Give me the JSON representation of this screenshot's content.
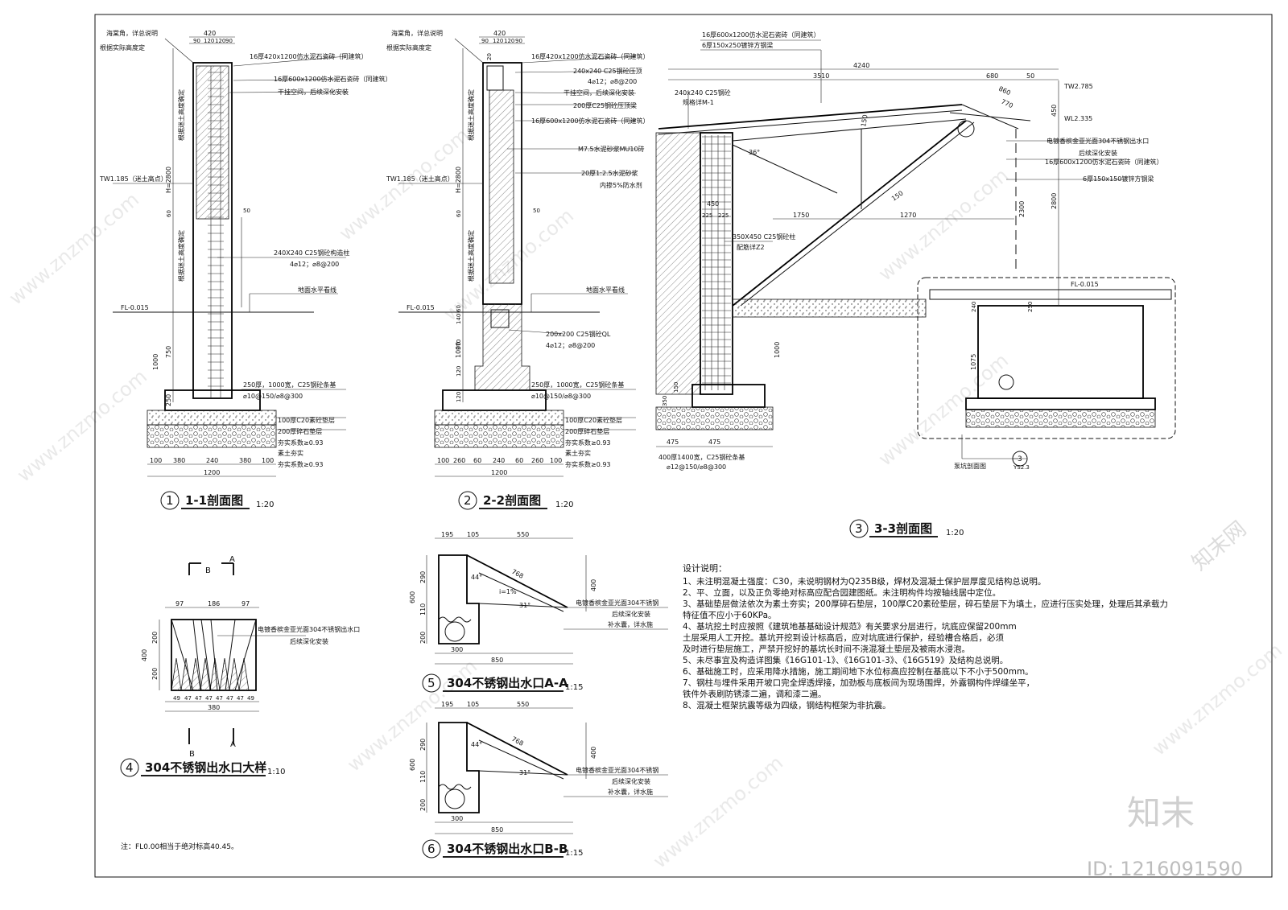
{
  "section_1": {
    "number": "1",
    "title": "1-1剖面图",
    "scale": "1:20",
    "labels": [
      "海棠角，详总说明",
      "根据实际高度定",
      "16厚420x1200仿水泥石瓷砖（同建筑）",
      "16厚600x1200仿水泥石瓷砖（同建筑）",
      "干挂空间，后续深化安装",
      "240X240 C25钢砼构造柱",
      "4⌀12；⌀8@200",
      "地面水平看线",
      "250厚，1000宽，C25钢砼条基",
      "⌀10@150/⌀8@300",
      "100厚C20素砼垫层",
      "200厚碎石垫层",
      "夯实系数≥0.93",
      "素土夯实",
      "夯实系数≥0.93"
    ],
    "levels": [
      "TW1.185（迷土高点）",
      "FL-0.015"
    ],
    "dims_top": [
      "420",
      "90",
      "120",
      "120",
      "90"
    ],
    "dims_bottom": [
      "100",
      "380",
      "240",
      "380",
      "100",
      "1200"
    ],
    "dims_side": [
      "H=2800",
      "750",
      "1000",
      "250",
      "50",
      "60",
      "根据迷土高度确定",
      "根据迷土高度确定"
    ]
  },
  "section_2": {
    "number": "2",
    "title": "2-2剖面图",
    "scale": "1:20",
    "labels": [
      "海棠角，详总说明",
      "根据实际高度定",
      "16厚420x1200仿水泥石瓷砖（同建筑）",
      "240x240 C25钢砼压顶",
      "4⌀12；⌀8@200",
      "干挂空间，后续深化安装",
      "200厚C25钢砼压顶梁",
      "16厚600x1200仿水泥石瓷砖（同建筑）",
      "M7.5水泥砂浆MU10砖",
      "20厚1:2.5水泥砂浆",
      "内掺5%防水剂",
      "地面水平看线",
      "200x200 C25钢砼QL",
      "4⌀12；⌀8@200",
      "250厚，1000宽，C25钢砼条基",
      "⌀10@150/⌀8@300",
      "100厚C20素砼垫层",
      "200厚碎石垫层",
      "夯实系数≥0.93",
      "素土夯实",
      "夯实系数≥0.93"
    ],
    "levels": [
      "TW1.185（迷土高点）",
      "FL-0.015"
    ],
    "dims_top": [
      "420",
      "90",
      "120",
      "120",
      "90",
      "20"
    ],
    "dims_bottom": [
      "100",
      "260",
      "60",
      "240",
      "60",
      "260",
      "100",
      "1200"
    ],
    "dims_side": [
      "H=2800",
      "1000",
      "370",
      "140",
      "60",
      "120",
      "120",
      "50",
      "60",
      "根据迷土高度确定",
      "根据迷土高度确定"
    ]
  },
  "section_3": {
    "number": "3",
    "title": "3-3剖面图",
    "scale": "1:20",
    "labels": [
      "16厚600x1200仿水泥石瓷砖（同建筑）",
      "6厚150x250镀锌方钢梁",
      "240x240 C25钢砼",
      "规格详M-1",
      "电镀香槟金亚光面304不锈钢出水口",
      "后续深化安装",
      "16厚600x1200仿水泥石瓷砖（同建筑）",
      "6厚150x150镀锌方钢梁",
      "350X450 C25钢砼柱",
      "配筋详Z2",
      "400厚1400宽，C25钢砼条基",
      "⌀12@150/⌀8@300",
      "泵坑剖面图"
    ],
    "levels": [
      "TW2.785",
      "WL2.335",
      "FL-0.015"
    ],
    "dims": [
      "4240",
      "3510",
      "680",
      "50",
      "860",
      "770",
      "450",
      "2800",
      "2300",
      "1750",
      "1270",
      "450",
      "225",
      "225",
      "36°",
      "150",
      "150",
      "1000",
      "350",
      "150",
      "475",
      "475",
      "1075",
      "240",
      "250"
    ],
    "ref": {
      "num": "3",
      "sheet": "YS2.3"
    }
  },
  "section_4": {
    "number": "4",
    "title": "304不锈钢出水口大样",
    "scale": "1:10",
    "cut_labels": [
      "B",
      "A",
      "B",
      "A"
    ],
    "label": "电镀香槟金亚光面304不锈钢出水口",
    "label2": "后续深化安装",
    "dims_top": [
      "97",
      "186",
      "97"
    ],
    "dims_bottom": [
      "49",
      "47",
      "47",
      "47",
      "47",
      "47",
      "47",
      "49",
      "380"
    ],
    "dims_side": [
      "400",
      "200",
      "200"
    ]
  },
  "section_5": {
    "number": "5",
    "title": "304不锈钢出水口A-A",
    "scale": "1:15",
    "labels": [
      "电镀香槟金亚光面304不锈钢",
      "后续深化安装",
      "补水囊，详水施"
    ],
    "dims": [
      "195",
      "105",
      "550",
      "768",
      "44°",
      "31°",
      "i=1%",
      "400",
      "600",
      "290",
      "110",
      "200",
      "300",
      "850"
    ]
  },
  "section_6": {
    "number": "6",
    "title": "304不锈钢出水口B-B",
    "scale": "1:15",
    "labels": [
      "电镀香槟金亚光面304不锈钢",
      "后续深化安装",
      "补水囊，详水施"
    ],
    "dims": [
      "195",
      "105",
      "550",
      "768",
      "44°",
      "31°",
      "400",
      "600",
      "290",
      "110",
      "200",
      "300",
      "850"
    ]
  },
  "notes": {
    "title": "设计说明：",
    "lines": [
      "1、未注明混凝土强度：C30，未说明钢材为Q235B级，焊材及混凝土保护层厚度见结构总说明。",
      "2、平、立面，以及正负零绝对标高应配合园建图纸。未注明构件均按轴线居中定位。",
      "3、基础垫层做法依次为素土夯实；200厚碎石垫层，100厚C20素砼垫层，碎石垫层下为填土，应进行压实处理，处理后其承载力",
      "   特征值不应小于60KPa。",
      "4、基坑挖土时应按照《建筑地基基础设计规范》有关要求分层进行，坑底应保留200mm",
      "   土层采用人工开挖。基坑开挖到设计标高后，应对坑底进行保护，经验槽合格后，必须",
      "   及时进行垫层施工，严禁开挖好的基坑长时间不浇混凝土垫层及被雨水浸泡。",
      "5、未尽事宜及构造详图集《16G101-1》、《16G101-3》、《16G519》及结构总说明。",
      "6、基础施工时，应采用降水措施，施工期间地下水位标高应控制在基底以下不小于500mm。",
      "7、钢柱与埋件采用开坡口完全焊透焊接，加劲板与底板间为现场围焊，外露钢构件焊缝坐平，",
      "   铁件外表刷防锈漆二遍，调和漆二遍。",
      "8、混凝土框架抗震等级为四级，钢结构框架为非抗震。"
    ]
  },
  "footnote": "注：FL0.00相当于绝对标高40.45。",
  "watermark": {
    "site": "www.znzmo.com",
    "brand": "知末网",
    "logo": "知末",
    "id": "ID: 1216091590"
  }
}
